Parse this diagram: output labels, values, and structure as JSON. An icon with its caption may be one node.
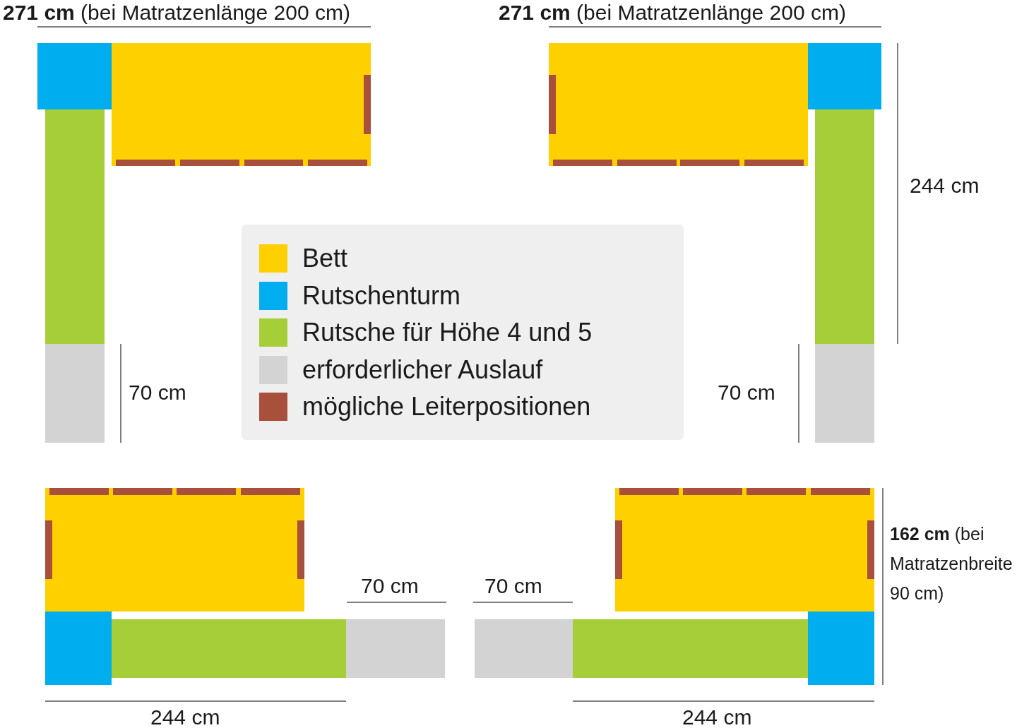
{
  "diagram": {
    "labels": [
      "**271 cm** (bei Matratzenlänge 200 cm)",
      "**271 cm** (bei Matratzenlänge 200 cm)",
      "244 cm",
      "70 cm",
      "70 cm",
      "70 cm",
      "70 cm",
      "**162 cm** (bei Matratzenbreite 90 cm)",
      "244 cm",
      "244 cm"
    ],
    "legend": [
      {
        "text": "Bett",
        "color": "#ffd000"
      },
      {
        "text": "Rutschenturm",
        "color": "#00aeef"
      },
      {
        "text": "Rutsche für Höhe 4 und 5",
        "color": "#a6ce39"
      },
      {
        "text": "erforderlicher Auslauf",
        "color": "#d3d3d3"
      },
      {
        "text": "mögliche Leiterpositionen",
        "color": "#a8503c"
      }
    ]
  }
}
